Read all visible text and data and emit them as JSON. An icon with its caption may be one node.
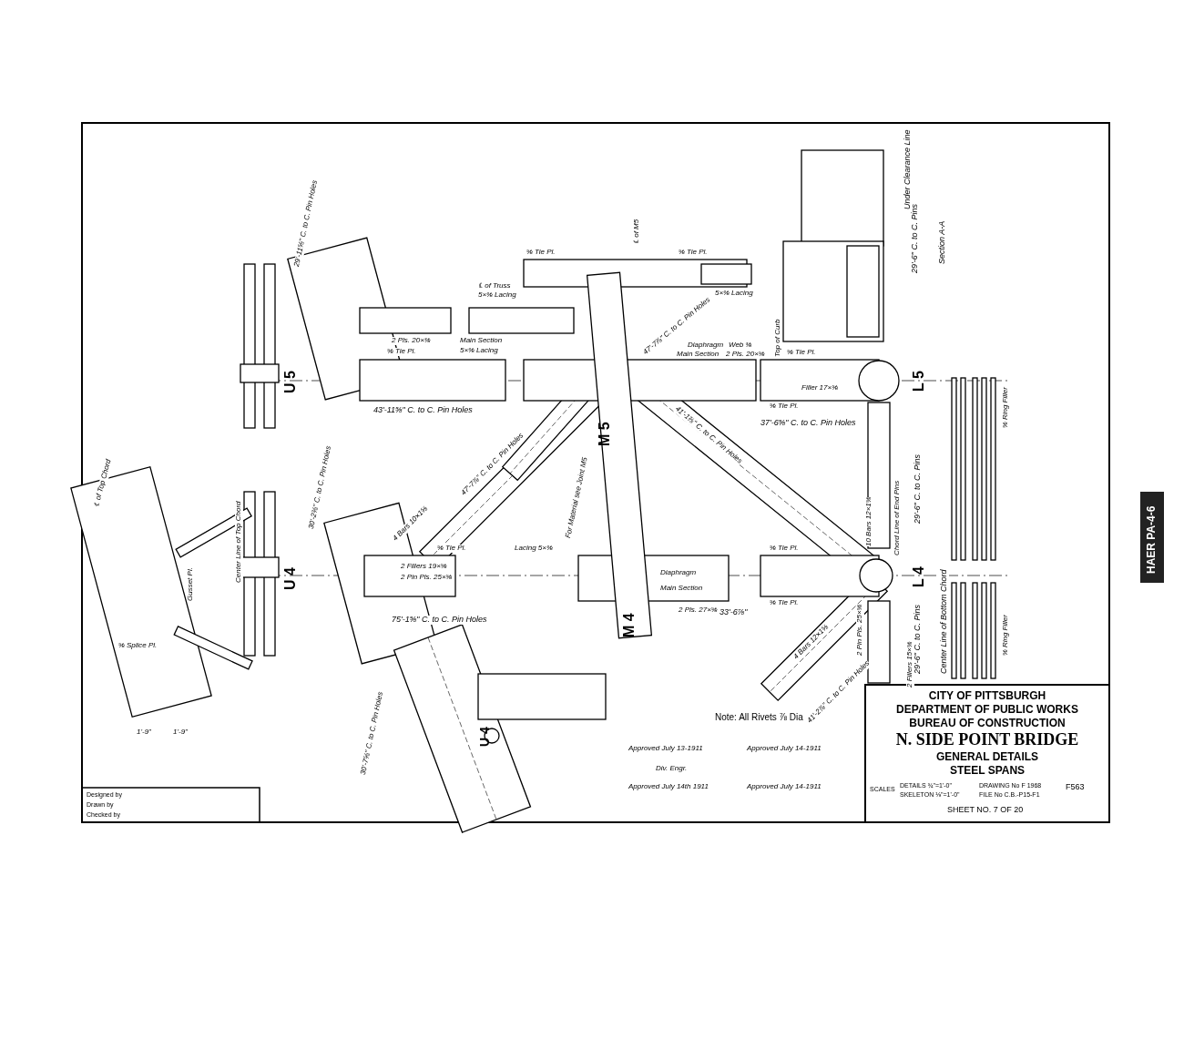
{
  "diagram": {
    "labels": [
      "U 5",
      "U 4",
      "M 5",
      "M 4",
      "L 5",
      "L 4",
      "U 4",
      "43'-11⅝\" C. to C. Pin Holes",
      "37'-6⅝\" C. to C. Pin Holes",
      "75'-1⅝\" C. to C. Pin Holes",
      "33'-6⅞\"",
      "47'-7⅞\" C. to C. Pin Holes",
      "47'-7⅞\" C. to C. Pin Holes",
      "41'-1⅞\" C. to C. Pin Holes",
      "41'-2⅞\" C. to C. Pin Holes",
      "29'-11⅝\" C. to C. Pin Holes",
      "30'-2⅜\" C. to C. Pin Holes",
      "30'-7⅝\" C. to C. Pin Holes",
      "29'-6\" C. to C. Pins",
      "29'-6\" C. to C. Pins",
      "29'-6\" C. to C. Pins",
      "⅝ Tie Pl.",
      "Main Section",
      "5×⅜ Lacing",
      "2 Pls. 20×⅜",
      "℄ of Truss",
      "5×⅜ Lacing",
      "℄ of M5",
      "⅝ Tie Pl.",
      "⅝ Tie Pl.",
      "5×⅜ Lacing",
      "Diaphragm",
      "Web ⅜",
      "Main Section",
      "2 Pls. 20×⅝",
      "Top of Curb",
      "⅝ Tie Pl.",
      "⅝ Tie Pl.",
      "Filler 17×⅝",
      "Under Clearance Line",
      "Section A-A",
      "Chord Line of End Pins",
      "10 Bars 12×1⅝",
      "2 Pin Pls. 25×⅝",
      "2 Fillers 15×⅝",
      "4 Bars 12×1⅝",
      "⅝ Tie Pl.",
      "⅝ Tie Pl.",
      "Lacing 5×⅜",
      "Diaphragm",
      "Main Section",
      "2 Pls. 27×⅝",
      "For Material see Joint M5",
      "2 Fillers 19×⅝",
      "2 Pin Pls. 25×⅝",
      "4 Bars 10×1⅝",
      "⅝ Tie Pl.",
      "Center Line of Top Chord",
      "℄ of Top Chord",
      "⅝ Splice Pl.",
      "Gusset Pl.",
      "1'-9\"",
      "1'-9\"",
      "Center Line of Bottom Chord",
      "⅝ Ring Filler",
      "⅝ Ring Filler",
      "Note: All Rivets ⅞ Dia",
      "Approved July 13-1911",
      "Div. Engr.",
      "Approved July 14-1911",
      "Approved July 14th 1911",
      "Approved July 14-1911",
      "Designed by",
      "Drawn by",
      "Checked by",
      "CITY OF PITTSBURGH",
      "DEPARTMENT OF PUBLIC WORKS",
      "BUREAU OF CONSTRUCTION",
      "N. SIDE POINT BRIDGE",
      "GENERAL DETAILS",
      "STEEL SPANS",
      "SCALES",
      "DETAILS ¾\"=1'-0\"",
      "SKELETON ⅛\"=1'-0\"",
      "DRAWING No F 1968",
      "FILE No C.B.-P15-F1",
      "SHEET NO. 7 OF 20",
      "F563",
      "HAER PA-4-6"
    ]
  }
}
